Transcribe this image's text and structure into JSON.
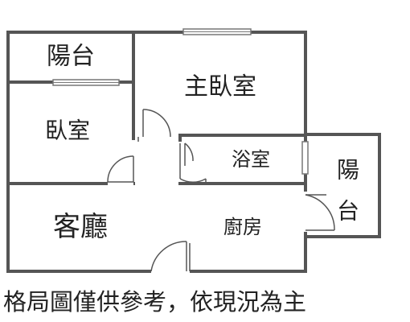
{
  "rooms": {
    "balcony_top": "陽台",
    "master_bedroom": "主臥室",
    "bedroom": "臥室",
    "bathroom": "浴室",
    "balcony_right_line1": "陽",
    "balcony_right_line2": "台",
    "living_room": "客廳",
    "kitchen": "廚房"
  },
  "caption": "格局圖僅供參考，依現況為主",
  "colors": {
    "wall": "#555555",
    "text": "#222222",
    "background": "#ffffff"
  }
}
